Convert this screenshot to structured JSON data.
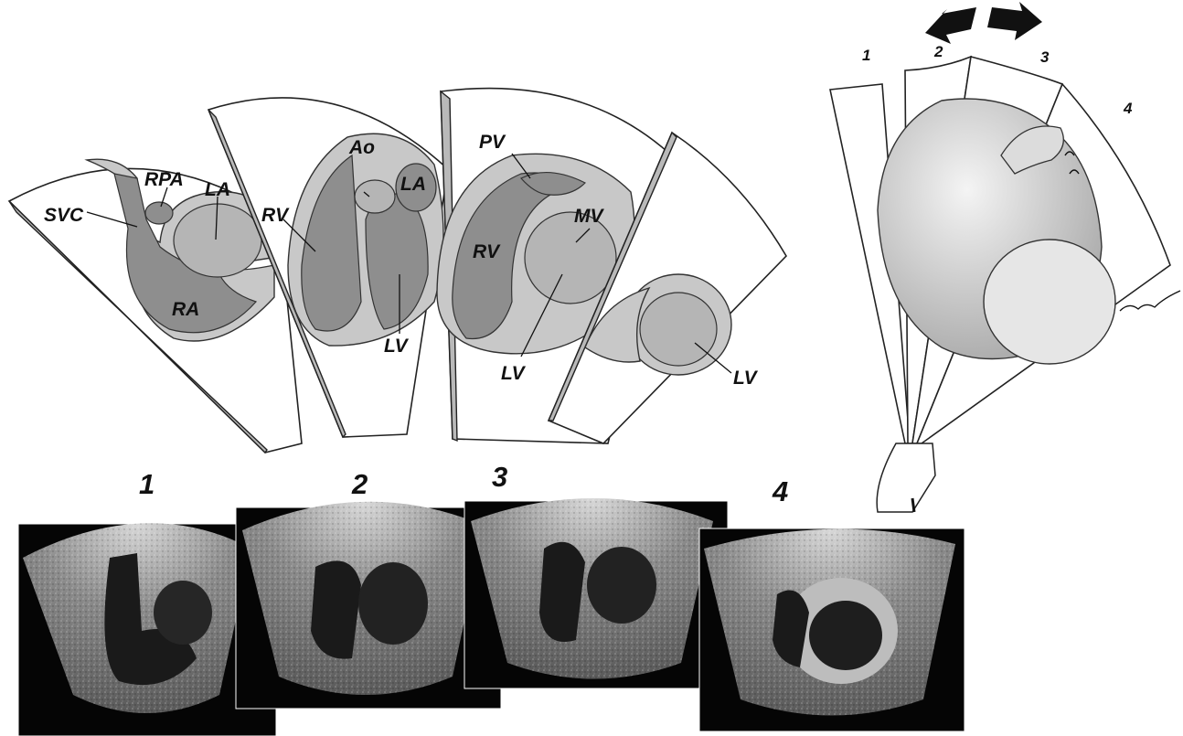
{
  "sections": [
    {
      "number": "1",
      "structures": [
        "SVC",
        "RPA",
        "LA",
        "RA"
      ]
    },
    {
      "number": "2",
      "structures": [
        "Ao",
        "LA",
        "RV",
        "LV"
      ]
    },
    {
      "number": "3",
      "structures": [
        "PV",
        "MV",
        "RV",
        "LV"
      ]
    },
    {
      "number": "4",
      "structures": [
        "LV"
      ]
    }
  ],
  "labels": {
    "svc": "SVC",
    "rpa": "RPA",
    "la1": "LA",
    "ra": "RA",
    "ao": "Ao",
    "la2": "LA",
    "rv2": "RV",
    "lv2": "LV",
    "pv": "PV",
    "mv": "MV",
    "rv3": "RV",
    "lv3": "LV",
    "lv4": "LV"
  },
  "numbers": {
    "n1": "1",
    "n2": "2",
    "n3": "3",
    "n4": "4"
  },
  "probe_numbers": {
    "p1": "1",
    "p2": "2",
    "p3": "3",
    "p4": "4"
  },
  "colors": {
    "echo_background": "#050505",
    "illustration_line": "#222222",
    "arrow": "#111111"
  }
}
